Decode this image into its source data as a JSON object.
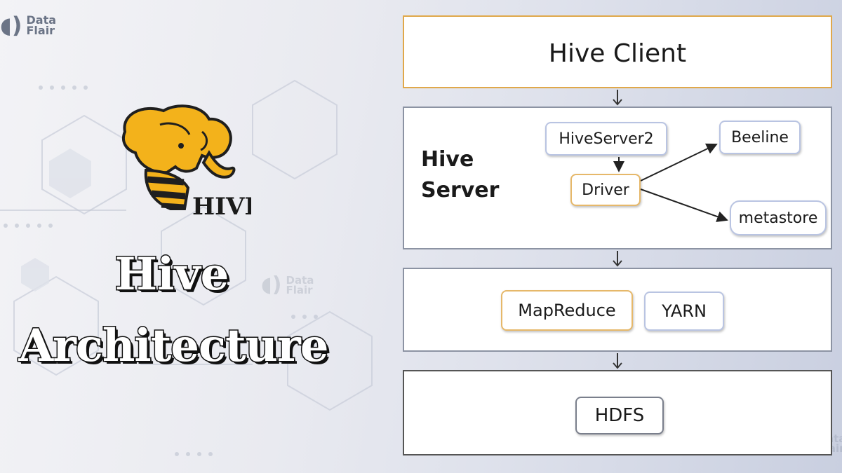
{
  "brand": {
    "line1": "Data",
    "line2": "Flair"
  },
  "hive_logo": {
    "wordmark": "HIVE"
  },
  "title": {
    "line1": "Hive",
    "line2": "Architecture"
  },
  "diagram": {
    "client": {
      "title": "Hive Client"
    },
    "server": {
      "title_line1": "Hive",
      "title_line2": "Server",
      "hiveserver2": "HiveServer2",
      "driver": "Driver",
      "beeline": "Beeline",
      "metastore": "metastore"
    },
    "engine": {
      "mapreduce": "MapReduce",
      "yarn": "YARN"
    },
    "storage": {
      "hdfs": "HDFS"
    }
  },
  "colors": {
    "accent_orange": "#e0a84a",
    "node_blue_border": "#b9c4e2",
    "title_fill": "#ffffff",
    "title_stroke": "#111111"
  }
}
